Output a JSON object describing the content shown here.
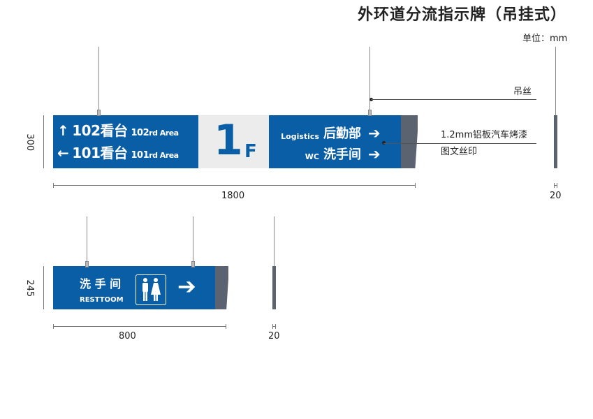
{
  "title": "外环道分流指示牌（吊挂式）",
  "unit": "单位：mm",
  "sign1": {
    "row1": {
      "arrow": "↑",
      "num": "102",
      "cn": "看台",
      "en_num": "102",
      "en_suffix": "rd Area"
    },
    "row2": {
      "arrow": "←",
      "num": "101",
      "cn": "看台",
      "en_num": "101",
      "en_suffix": "rd Area"
    },
    "floor_num": "1",
    "floor_letter": "F",
    "row3": {
      "en": "Logistics",
      "cn": "后勤部",
      "arrow": "➔"
    },
    "row4": {
      "en": "WC",
      "cn": "洗手间",
      "arrow": "➔"
    },
    "height_dim": "300",
    "width_dim": "1800",
    "depth_dim": "20"
  },
  "annotations": {
    "wire": "吊丝",
    "material": "1.2mm铝板汽车烤漆",
    "print": "图文丝印"
  },
  "sign2": {
    "cn": "洗 手 间",
    "en": "RESTTOOM",
    "arrow": "➔",
    "height_dim": "245",
    "width_dim": "800",
    "depth_dim": "20"
  },
  "colors": {
    "blue": "#0a5ea6",
    "side": "#5b6270",
    "center": "#ececec"
  }
}
